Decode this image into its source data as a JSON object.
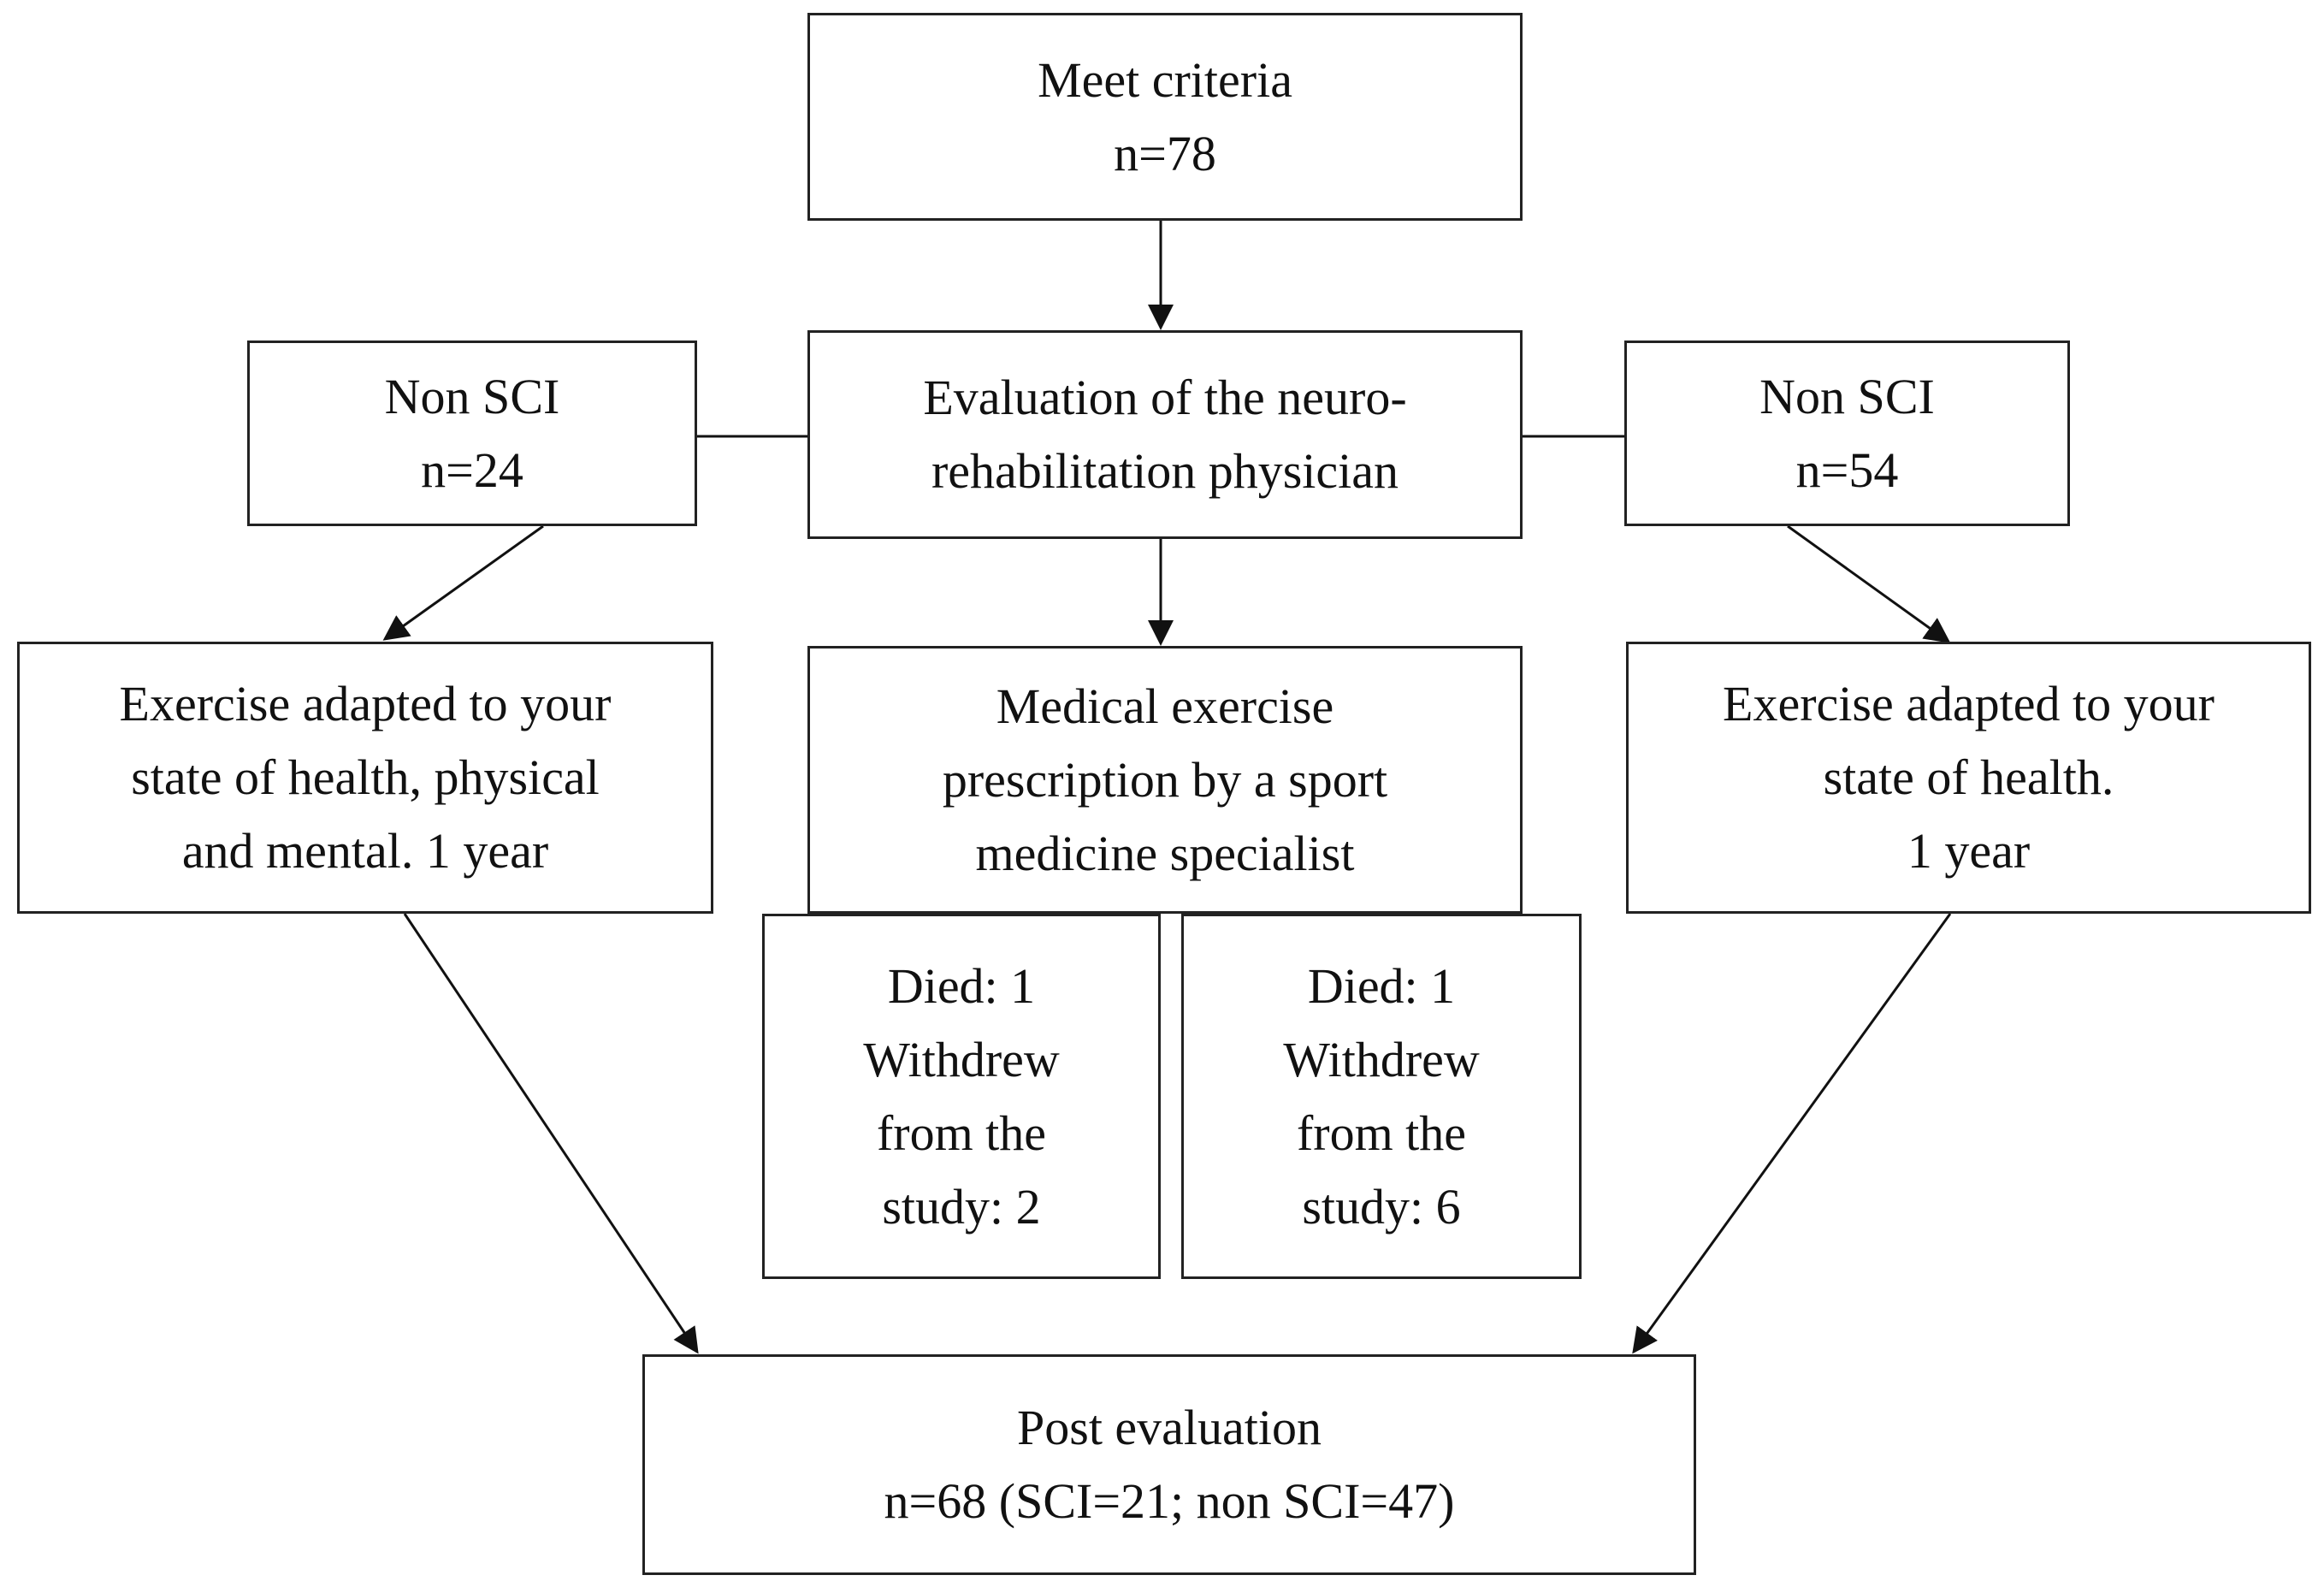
{
  "meet_criteria": {
    "line1": "Meet criteria",
    "line2": "n=78"
  },
  "evaluation": {
    "line1": "Evaluation of the neuro-",
    "line2": "rehabilitation physician"
  },
  "left_group": {
    "line1": "Non SCI",
    "line2": "n=24"
  },
  "right_group": {
    "line1": "Non SCI",
    "line2": "n=54"
  },
  "left_exercise": {
    "line1": "Exercise adapted to your",
    "line2": "state of health, physical",
    "line3": "and mental. 1 year"
  },
  "medical_prescription": {
    "line1": "Medical exercise",
    "line2": "prescription by a sport",
    "line3": "medicine specialist"
  },
  "right_exercise": {
    "line1": "Exercise adapted to your",
    "line2": "state of health.",
    "line3": "1 year"
  },
  "left_dropout": {
    "line1": "Died: 1",
    "line2": "Withdrew",
    "line3": "from the",
    "line4": "study: 2"
  },
  "right_dropout": {
    "line1": "Died: 1",
    "line2": "Withdrew",
    "line3": "from the",
    "line4": "study: 6"
  },
  "post_evaluation": {
    "line1": "Post evaluation",
    "line2": "n=68 (SCI=21; non SCI=47)"
  }
}
